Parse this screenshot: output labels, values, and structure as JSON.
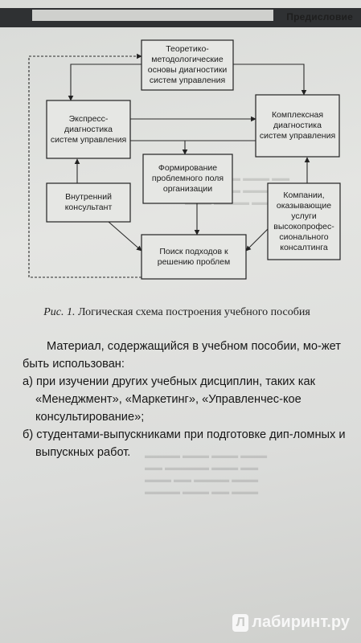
{
  "running_head": "Предисловие",
  "diagram": {
    "nodes": {
      "theory": "Теоретико-методологические основы диагностики систем управления",
      "express": "Экспресс-диагностика систем управления",
      "complex": "Комплексная диагностика систем управления",
      "formation": "Формирование проблемного поля организации",
      "internal": "Внутренний консультант",
      "companies": "Компании, оказывающие услуги высокопрофес-сионального консалтинга",
      "search": "Поиск подходов к решению проблем"
    }
  },
  "caption": {
    "prefix": "Рис. 1.",
    "text": "Логическая схема построения учебного пособия"
  },
  "body": {
    "intro": "Материал, содержащийся в учебном пособии, мо-жет быть использован:",
    "item_a": "а) при изучении других учебных дисциплин, таких как «Менеджмент», «Маркетинг», «Управленчес-кое консультирование»;",
    "item_b": "б) студентами-выпускниками при подготовке дип-ломных и выпускных работ."
  },
  "watermark": "лабиринт.ру"
}
